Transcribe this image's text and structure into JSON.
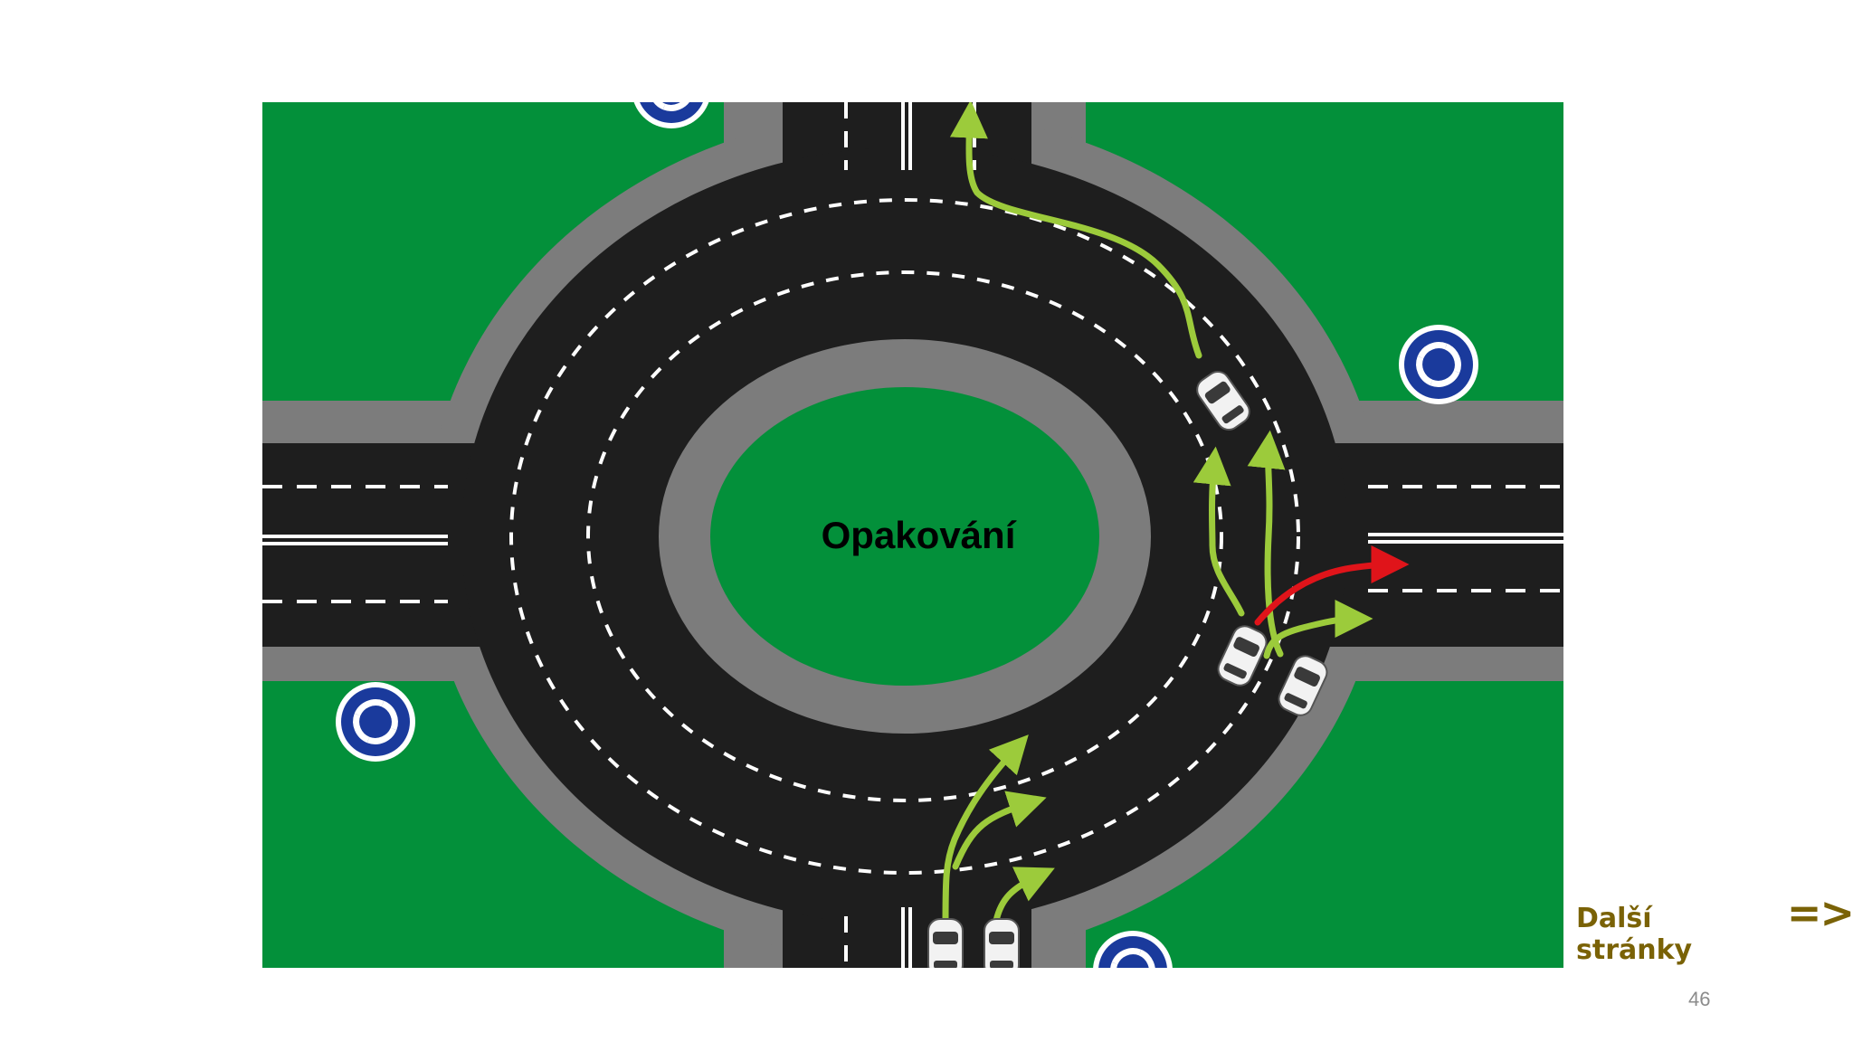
{
  "diagram": {
    "center_label": "Opakování",
    "colors": {
      "grass": "#03903a",
      "road": "#1e1e1e",
      "curb": "#7c7c7c",
      "lane_marking": "#ffffff",
      "allowed_path": "#9ccb3b",
      "forbidden_path": "#e0141a",
      "roundabout_sign": "#1a3a9c"
    },
    "icons": [
      "roundabout-sign-icon",
      "car-icon",
      "green-arrow-icon",
      "red-arrow-icon"
    ]
  },
  "navigation": {
    "next_label": "Další stránky",
    "next_arrow": "=>"
  },
  "page_number": "46"
}
